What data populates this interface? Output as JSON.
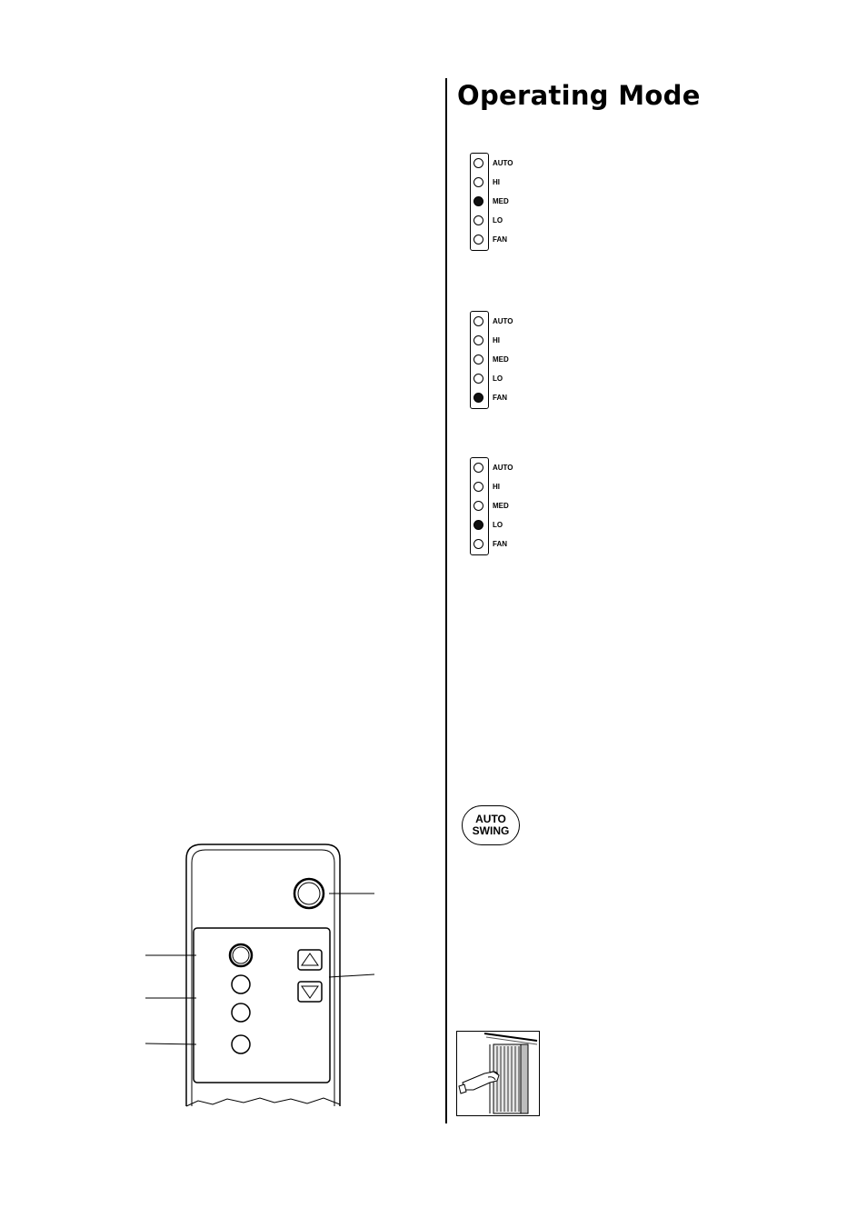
{
  "page": {
    "title": "Operating Mode"
  },
  "mode_panels": [
    {
      "labels": [
        "AUTO",
        "HI",
        "MED",
        "LO",
        "FAN"
      ],
      "selected": "MED"
    },
    {
      "labels": [
        "AUTO",
        "HI",
        "MED",
        "LO",
        "FAN"
      ],
      "selected": "FAN"
    },
    {
      "labels": [
        "AUTO",
        "HI",
        "MED",
        "LO",
        "FAN"
      ],
      "selected": "LO"
    }
  ],
  "auto_swing_button": {
    "line1": "AUTO",
    "line2": "SWING"
  },
  "icons": {
    "remote": "remote-control-illustration",
    "louver_photo": "hand-adjusting-louver-illustration"
  }
}
